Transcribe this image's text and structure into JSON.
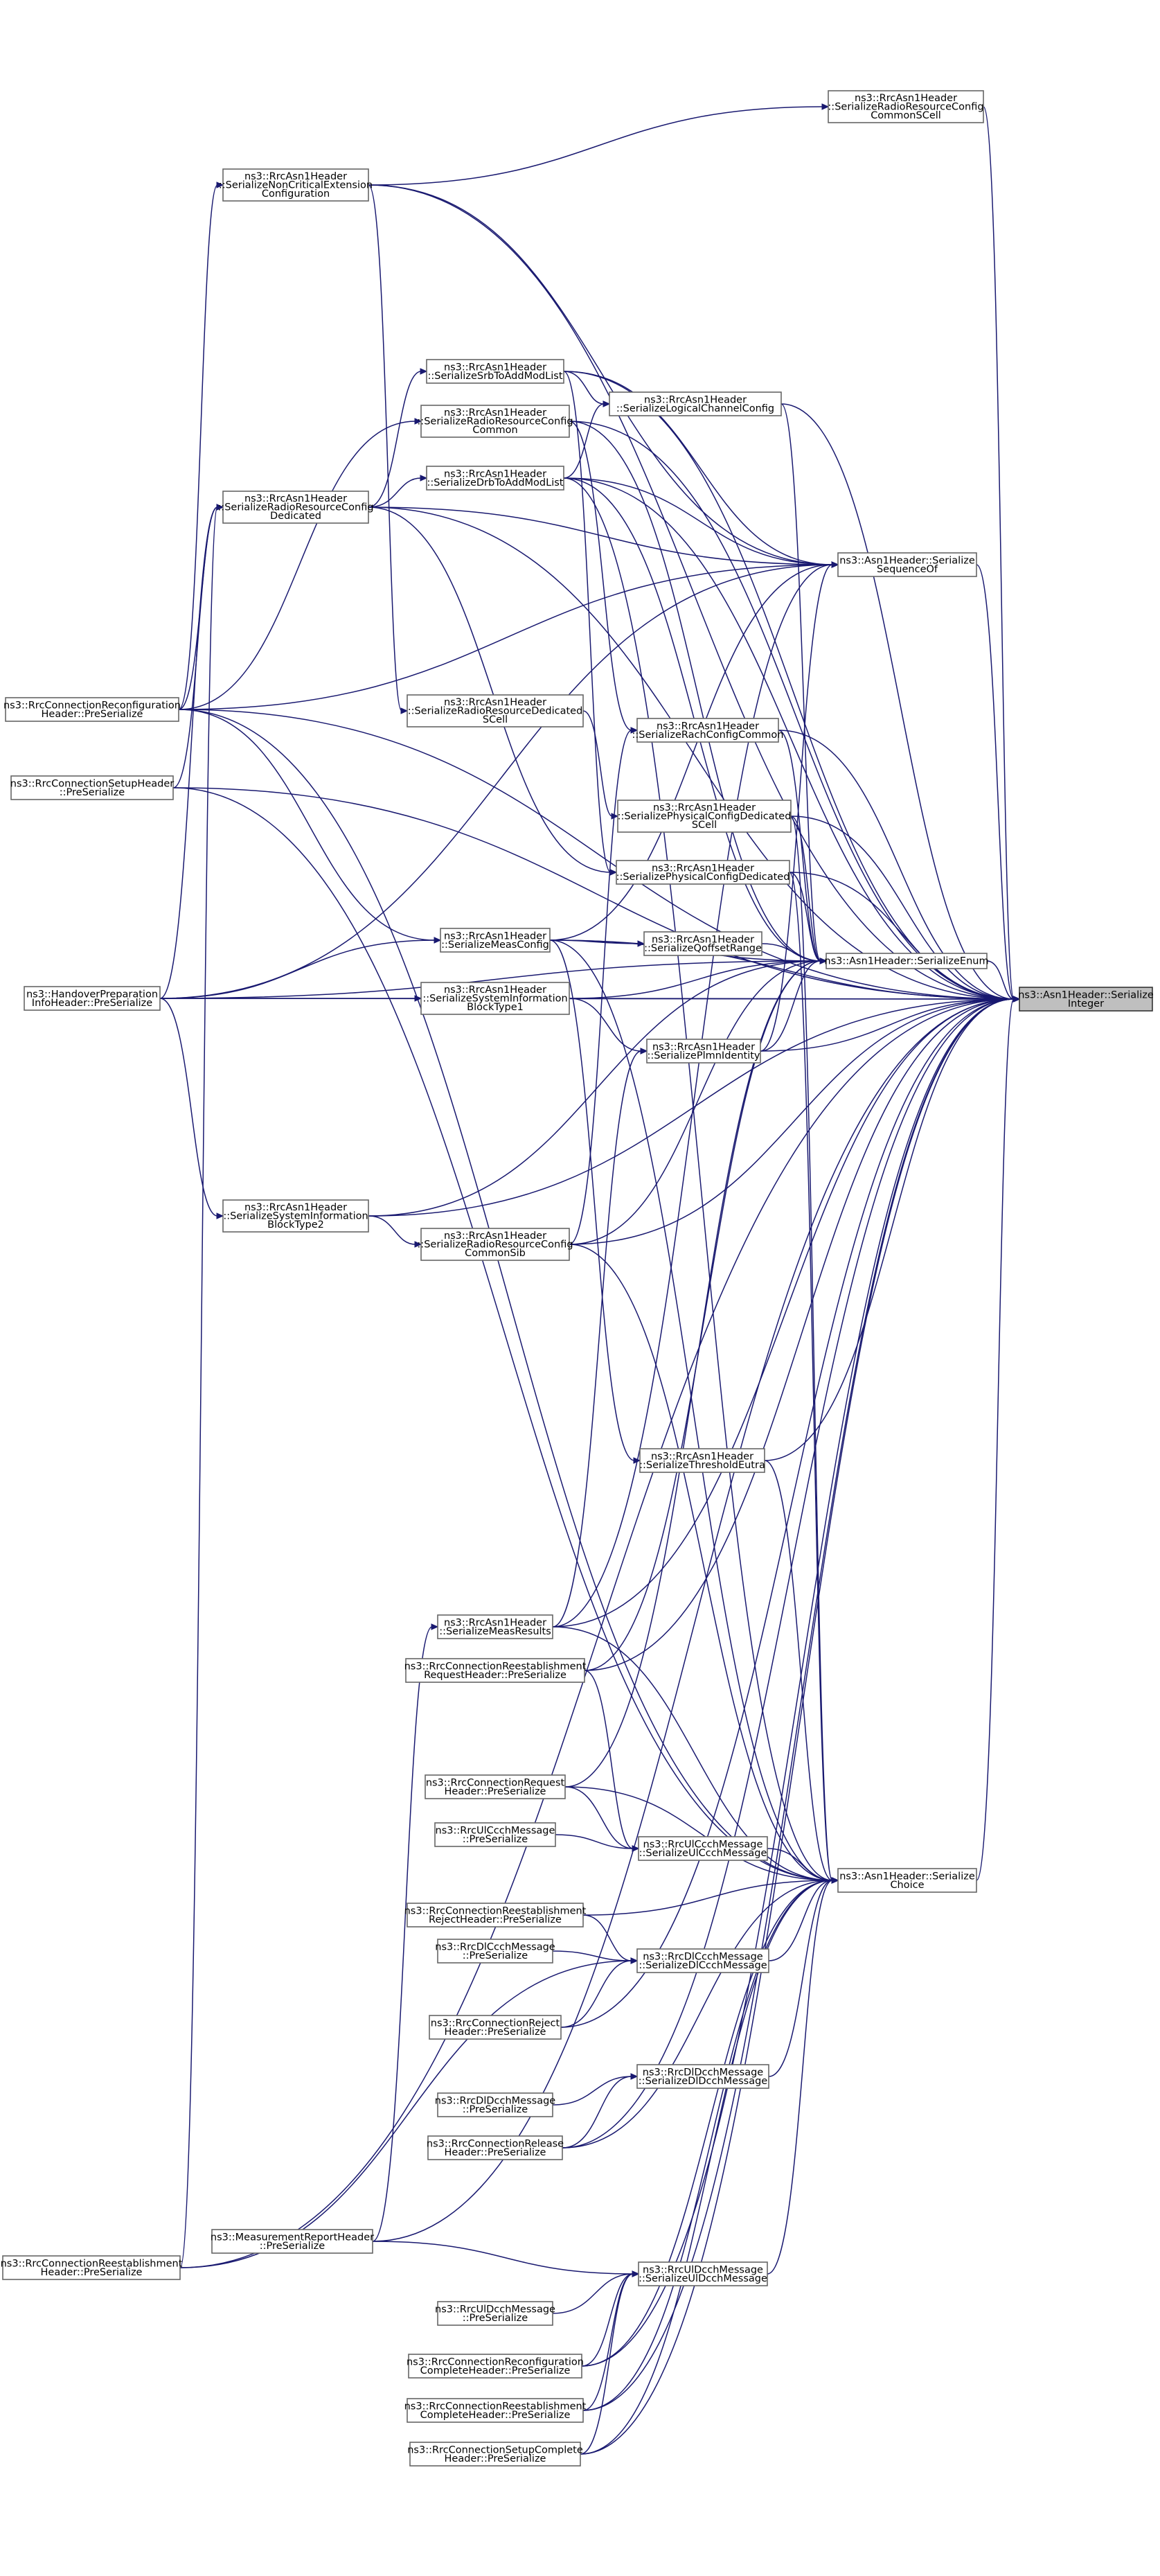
{
  "colors": {
    "edge": "#191970",
    "node_border": "#666666",
    "highlight_fill": "#bfbfbf"
  },
  "nodes": [
    {
      "id": "serializeInteger",
      "lines": [
        "ns3::Asn1Header::Serialize",
        "Integer"
      ],
      "highlight": true
    },
    {
      "id": "serializeEnum",
      "lines": [
        "ns3::Asn1Header::SerializeEnum"
      ]
    },
    {
      "id": "serializeSequenceOf",
      "lines": [
        "ns3::Asn1Header::Serialize",
        "SequenceOf"
      ]
    },
    {
      "id": "serializeChoice",
      "lines": [
        "ns3::Asn1Header::Serialize",
        "Choice"
      ]
    },
    {
      "id": "rrcReconfigPre",
      "lines": [
        "ns3::RrcConnectionReconfiguration",
        "Header::PreSerialize"
      ]
    },
    {
      "id": "rrcSetupPre",
      "lines": [
        "ns3::RrcConnectionSetupHeader",
        "::PreSerialize"
      ]
    },
    {
      "id": "handoverPre",
      "lines": [
        "ns3::HandoverPreparation",
        "InfoHeader::PreSerialize"
      ]
    },
    {
      "id": "reestabPre",
      "lines": [
        "ns3::RrcConnectionReestablishment",
        "Header::PreSerialize"
      ]
    },
    {
      "id": "nonCritical",
      "lines": [
        "ns3::RrcAsn1Header",
        "::SerializeNonCriticalExtension",
        "Configuration"
      ]
    },
    {
      "id": "rrcDedicated",
      "lines": [
        "ns3::RrcAsn1Header",
        "::SerializeRadioResourceConfig",
        "Dedicated"
      ]
    },
    {
      "id": "sysInfo2",
      "lines": [
        "ns3::RrcAsn1Header",
        "::SerializeSystemInformation",
        "BlockType2"
      ]
    },
    {
      "id": "measReportPre",
      "lines": [
        "ns3::MeasurementReportHeader",
        "::PreSerialize"
      ]
    },
    {
      "id": "commonSCell",
      "lines": [
        "ns3::RrcAsn1Header",
        "::SerializeRadioResourceConfig",
        "CommonSCell"
      ]
    },
    {
      "id": "srbToAdd",
      "lines": [
        "ns3::RrcAsn1Header",
        "::SerializeSrbToAddModList"
      ]
    },
    {
      "id": "rrcCommon",
      "lines": [
        "ns3::RrcAsn1Header",
        "::SerializeRadioResourceConfig",
        "Common"
      ]
    },
    {
      "id": "drbToAdd",
      "lines": [
        "ns3::RrcAsn1Header",
        "::SerializeDrbToAddModList"
      ]
    },
    {
      "id": "dedicatedSCell",
      "lines": [
        "ns3::RrcAsn1Header",
        "::SerializeRadioResourceDedicated",
        "SCell"
      ]
    },
    {
      "id": "measConfig",
      "lines": [
        "ns3::RrcAsn1Header",
        "::SerializeMeasConfig"
      ]
    },
    {
      "id": "sysInfo1",
      "lines": [
        "ns3::RrcAsn1Header",
        "::SerializeSystemInformation",
        "BlockType1"
      ]
    },
    {
      "id": "commonSib",
      "lines": [
        "ns3::RrcAsn1Header",
        "::SerializeRadioResourceConfig",
        "CommonSib"
      ]
    },
    {
      "id": "measResults",
      "lines": [
        "ns3::RrcAsn1Header",
        "::SerializeMeasResults"
      ]
    },
    {
      "id": "reestabReqPre",
      "lines": [
        "ns3::RrcConnectionReestablishment",
        "RequestHeader::PreSerialize"
      ]
    },
    {
      "id": "connReqPre",
      "lines": [
        "ns3::RrcConnectionRequest",
        "Header::PreSerialize"
      ]
    },
    {
      "id": "ulCcchPre",
      "lines": [
        "ns3::RrcUlCcchMessage",
        "::PreSerialize"
      ]
    },
    {
      "id": "reestabRejPre",
      "lines": [
        "ns3::RrcConnectionReestablishment",
        "RejectHeader::PreSerialize"
      ]
    },
    {
      "id": "dlCcchPre",
      "lines": [
        "ns3::RrcDlCcchMessage",
        "::PreSerialize"
      ]
    },
    {
      "id": "connRejPre",
      "lines": [
        "ns3::RrcConnectionReject",
        "Header::PreSerialize"
      ]
    },
    {
      "id": "dlDcchPre",
      "lines": [
        "ns3::RrcDlDcchMessage",
        "::PreSerialize"
      ]
    },
    {
      "id": "connRelPre",
      "lines": [
        "ns3::RrcConnectionRelease",
        "Header::PreSerialize"
      ]
    },
    {
      "id": "ulDcchPre",
      "lines": [
        "ns3::RrcUlDcchMessage",
        "::PreSerialize"
      ]
    },
    {
      "id": "reconfCompletePre",
      "lines": [
        "ns3::RrcConnectionReconfiguration",
        "CompleteHeader::PreSerialize"
      ]
    },
    {
      "id": "reestabCompletePre",
      "lines": [
        "ns3::RrcConnectionReestablishment",
        "CompleteHeader::PreSerialize"
      ]
    },
    {
      "id": "setupCompletePre",
      "lines": [
        "ns3::RrcConnectionSetupComplete",
        "Header::PreSerialize"
      ]
    },
    {
      "id": "logicalChannel",
      "lines": [
        "ns3::RrcAsn1Header",
        "::SerializeLogicalChannelConfig"
      ]
    },
    {
      "id": "rachCommon",
      "lines": [
        "ns3::RrcAsn1Header",
        "::SerializeRachConfigCommon"
      ]
    },
    {
      "id": "physDedSCell",
      "lines": [
        "ns3::RrcAsn1Header",
        "::SerializePhysicalConfigDedicated",
        "SCell"
      ]
    },
    {
      "id": "physDed",
      "lines": [
        "ns3::RrcAsn1Header",
        "::SerializePhysicalConfigDedicated"
      ]
    },
    {
      "id": "qOffset",
      "lines": [
        "ns3::RrcAsn1Header",
        "::SerializeQoffsetRange"
      ]
    },
    {
      "id": "plmn",
      "lines": [
        "ns3::RrcAsn1Header",
        "::SerializePlmnIdentity"
      ]
    },
    {
      "id": "threshold",
      "lines": [
        "ns3::RrcAsn1Header",
        "::SerializeThresholdEutra"
      ]
    },
    {
      "id": "ulCcchMsg",
      "lines": [
        "ns3::RrcUlCcchMessage",
        "::SerializeUlCcchMessage"
      ]
    },
    {
      "id": "dlCcchMsg",
      "lines": [
        "ns3::RrcDlCcchMessage",
        "::SerializeDlCcchMessage"
      ]
    },
    {
      "id": "dlDcchMsg",
      "lines": [
        "ns3::RrcDlDcchMessage",
        "::SerializeDlDcchMessage"
      ]
    },
    {
      "id": "ulDcchMsg",
      "lines": [
        "ns3::RrcUlDcchMessage",
        "::SerializeUlDcchMessage"
      ]
    }
  ],
  "edges": [
    [
      "serializeEnum",
      "serializeInteger"
    ],
    [
      "serializeSequenceOf",
      "serializeInteger"
    ],
    [
      "serializeChoice",
      "serializeInteger"
    ],
    [
      "rrcReconfigPre",
      "nonCritical"
    ],
    [
      "rrcReconfigPre",
      "rrcDedicated"
    ],
    [
      "rrcReconfigPre",
      "rrcCommon"
    ],
    [
      "rrcReconfigPre",
      "measConfig"
    ],
    [
      "rrcReconfigPre",
      "serializeSequenceOf"
    ],
    [
      "rrcReconfigPre",
      "serializeChoice"
    ],
    [
      "rrcReconfigPre",
      "serializeInteger"
    ],
    [
      "rrcSetupPre",
      "rrcDedicated"
    ],
    [
      "rrcSetupPre",
      "serializeChoice"
    ],
    [
      "rrcSetupPre",
      "serializeInteger"
    ],
    [
      "handoverPre",
      "rrcDedicated"
    ],
    [
      "handoverPre",
      "measConfig"
    ],
    [
      "handoverPre",
      "sysInfo1"
    ],
    [
      "handoverPre",
      "sysInfo2"
    ],
    [
      "handoverPre",
      "serializeSequenceOf"
    ],
    [
      "handoverPre",
      "serializeEnum"
    ],
    [
      "handoverPre",
      "serializeInteger"
    ],
    [
      "reestabPre",
      "rrcDedicated"
    ],
    [
      "reestabPre",
      "dlCcchMsg"
    ],
    [
      "reestabPre",
      "serializeInteger"
    ],
    [
      "nonCritical",
      "commonSCell"
    ],
    [
      "nonCritical",
      "dedicatedSCell"
    ],
    [
      "nonCritical",
      "serializeSequenceOf"
    ],
    [
      "nonCritical",
      "serializeInteger"
    ],
    [
      "commonSCell",
      "serializeInteger"
    ],
    [
      "rrcDedicated",
      "srbToAdd"
    ],
    [
      "rrcDedicated",
      "drbToAdd"
    ],
    [
      "rrcDedicated",
      "physDed"
    ],
    [
      "rrcDedicated",
      "serializeSequenceOf"
    ],
    [
      "rrcDedicated",
      "serializeInteger"
    ],
    [
      "srbToAdd",
      "logicalChannel"
    ],
    [
      "srbToAdd",
      "physDed"
    ],
    [
      "srbToAdd",
      "serializeSequenceOf"
    ],
    [
      "srbToAdd",
      "serializeInteger"
    ],
    [
      "rrcCommon",
      "rachCommon"
    ],
    [
      "rrcCommon",
      "serializeEnum"
    ],
    [
      "rrcCommon",
      "serializeInteger"
    ],
    [
      "drbToAdd",
      "logicalChannel"
    ],
    [
      "drbToAdd",
      "serializeSequenceOf"
    ],
    [
      "drbToAdd",
      "serializeEnum"
    ],
    [
      "drbToAdd",
      "serializeChoice"
    ],
    [
      "drbToAdd",
      "serializeInteger"
    ],
    [
      "logicalChannel",
      "serializeEnum"
    ],
    [
      "logicalChannel",
      "serializeInteger"
    ],
    [
      "dedicatedSCell",
      "physDedSCell"
    ],
    [
      "rachCommon",
      "serializeEnum"
    ],
    [
      "rachCommon",
      "serializeInteger"
    ],
    [
      "physDedSCell",
      "serializeEnum"
    ],
    [
      "physDedSCell",
      "serializeChoice"
    ],
    [
      "physDedSCell",
      "serializeInteger"
    ],
    [
      "physDed",
      "serializeEnum"
    ],
    [
      "physDed",
      "serializeChoice"
    ],
    [
      "physDed",
      "serializeInteger"
    ],
    [
      "measConfig",
      "qOffset"
    ],
    [
      "measConfig",
      "threshold"
    ],
    [
      "measConfig",
      "serializeSequenceOf"
    ],
    [
      "measConfig",
      "serializeEnum"
    ],
    [
      "measConfig",
      "serializeChoice"
    ],
    [
      "measConfig",
      "serializeInteger"
    ],
    [
      "qOffset",
      "serializeEnum"
    ],
    [
      "sysInfo1",
      "plmn"
    ],
    [
      "sysInfo1",
      "serializeEnum"
    ],
    [
      "sysInfo1",
      "serializeInteger"
    ],
    [
      "plmn",
      "serializeSequenceOf"
    ],
    [
      "plmn",
      "serializeEnum"
    ],
    [
      "plmn",
      "serializeInteger"
    ],
    [
      "sysInfo2",
      "commonSib"
    ],
    [
      "sysInfo2",
      "serializeEnum"
    ],
    [
      "sysInfo2",
      "serializeInteger"
    ],
    [
      "commonSib",
      "rachCommon"
    ],
    [
      "commonSib",
      "serializeEnum"
    ],
    [
      "commonSib",
      "serializeChoice"
    ],
    [
      "commonSib",
      "serializeInteger"
    ],
    [
      "threshold",
      "serializeChoice"
    ],
    [
      "threshold",
      "serializeInteger"
    ],
    [
      "measReportPre",
      "measResults"
    ],
    [
      "measReportPre",
      "ulDcchMsg"
    ],
    [
      "measReportPre",
      "serializeInteger"
    ],
    [
      "measResults",
      "plmn"
    ],
    [
      "measResults",
      "serializeSequenceOf"
    ],
    [
      "measResults",
      "serializeChoice"
    ],
    [
      "measResults",
      "serializeInteger"
    ],
    [
      "reestabReqPre",
      "ulCcchMsg"
    ],
    [
      "reestabReqPre",
      "serializeEnum"
    ],
    [
      "reestabReqPre",
      "serializeInteger"
    ],
    [
      "connReqPre",
      "ulCcchMsg"
    ],
    [
      "connReqPre",
      "serializeEnum"
    ],
    [
      "connReqPre",
      "serializeChoice"
    ],
    [
      "ulCcchPre",
      "ulCcchMsg"
    ],
    [
      "ulCcchMsg",
      "serializeChoice"
    ],
    [
      "reestabRejPre",
      "dlCcchMsg"
    ],
    [
      "reestabRejPre",
      "serializeChoice"
    ],
    [
      "dlCcchPre",
      "dlCcchMsg"
    ],
    [
      "connRejPre",
      "dlCcchMsg"
    ],
    [
      "connRejPre",
      "serializeInteger"
    ],
    [
      "dlCcchMsg",
      "serializeChoice"
    ],
    [
      "dlDcchPre",
      "dlDcchMsg"
    ],
    [
      "connRelPre",
      "dlDcchMsg"
    ],
    [
      "connRelPre",
      "serializeChoice"
    ],
    [
      "connRelPre",
      "serializeInteger"
    ],
    [
      "dlDcchMsg",
      "serializeChoice"
    ],
    [
      "ulDcchPre",
      "ulDcchMsg"
    ],
    [
      "reconfCompletePre",
      "ulDcchMsg"
    ],
    [
      "reconfCompletePre",
      "serializeChoice"
    ],
    [
      "reconfCompletePre",
      "serializeInteger"
    ],
    [
      "reestabCompletePre",
      "ulDcchMsg"
    ],
    [
      "reestabCompletePre",
      "serializeChoice"
    ],
    [
      "reestabCompletePre",
      "serializeInteger"
    ],
    [
      "setupCompletePre",
      "ulDcchMsg"
    ],
    [
      "setupCompletePre",
      "serializeChoice"
    ],
    [
      "setupCompletePre",
      "serializeInteger"
    ],
    [
      "ulDcchMsg",
      "serializeChoice"
    ]
  ]
}
